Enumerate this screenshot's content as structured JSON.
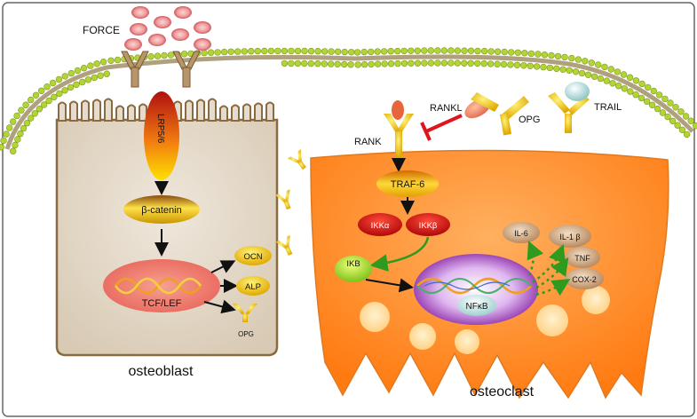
{
  "labels": {
    "force": "FORCE",
    "lrp": "LRP5/6",
    "beta_catenin": "β-catenin",
    "tcf_lef": "TCF/LEF",
    "ocn": "OCN",
    "alp": "ALP",
    "opg_small": "OPG",
    "osteoblast": "osteoblast",
    "rankl": "RANKL",
    "opg": "OPG",
    "trail": "TRAIL",
    "rank": "RANK",
    "traf6": "TRAF-6",
    "ikka": "IKKα",
    "ikkb": "IKKβ",
    "ikb": "IKB",
    "nfkb": "NFκB",
    "il6": "IL-6",
    "il1b": "IL-1 β",
    "tnf": "TNF",
    "cox2": "COX-2",
    "osteoclast": "osteoclast"
  },
  "colors": {
    "membrane_head": "#b4d435",
    "osteoblast_fill": "#e6dccd",
    "osteoclast_fill": "#ff8a1e",
    "yellow": "#f4d300",
    "red_inhibit": "#e0141c",
    "green_arrow": "#2e9b1f"
  }
}
